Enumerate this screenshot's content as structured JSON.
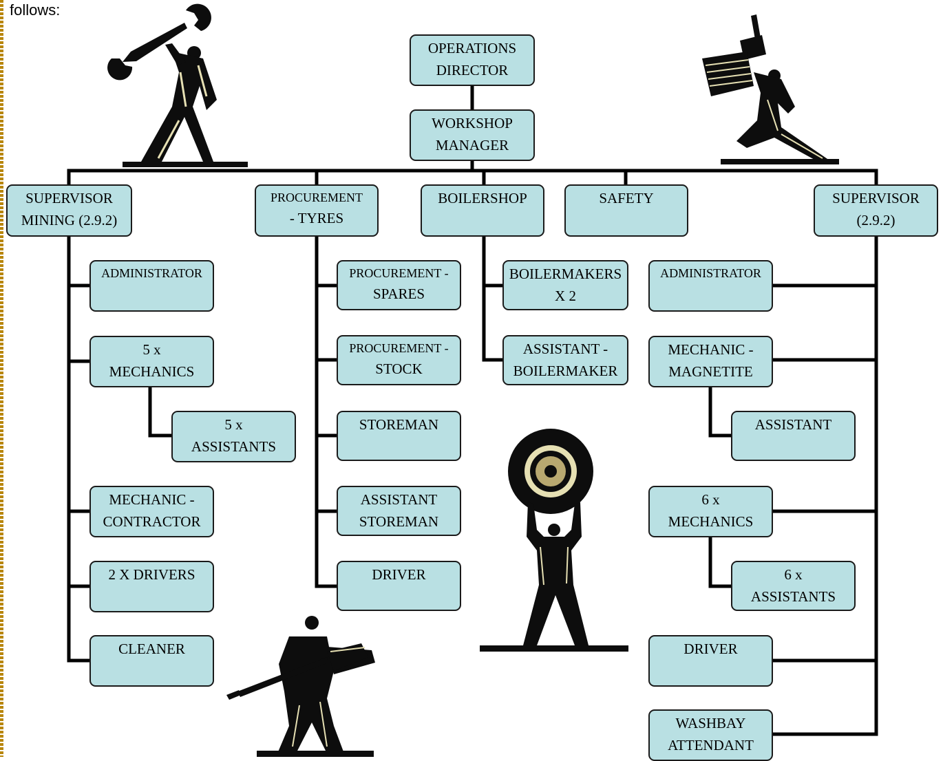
{
  "intro_text": "follows:",
  "nodes": {
    "operations_director": [
      "OPERATIONS",
      "DIRECTOR"
    ],
    "workshop_manager": [
      "WORKSHOP",
      "MANAGER"
    ],
    "supervisor_mining": [
      "SUPERVISOR",
      "MINING (2.9.2)"
    ],
    "procurement_tyres": [
      "PROCUREMENT",
      "- TYRES"
    ],
    "boilershop": [
      "BOILERSHOP"
    ],
    "safety": [
      "SAFETY"
    ],
    "supervisor_right": [
      "SUPERVISOR",
      "(2.9.2)"
    ],
    "administrator_left": [
      "ADMINISTRATOR"
    ],
    "mechanics_5": [
      "5 x",
      "MECHANICS"
    ],
    "assistants_5": [
      "5 x",
      "ASSISTANTS"
    ],
    "mechanic_contractor": [
      "MECHANIC -",
      "CONTRACTOR"
    ],
    "drivers_2": [
      "2 X DRIVERS"
    ],
    "cleaner": [
      "CLEANER"
    ],
    "procurement_spares": [
      "PROCUREMENT -",
      "SPARES"
    ],
    "procurement_stock": [
      "PROCUREMENT -",
      "STOCK"
    ],
    "storeman": [
      "STOREMAN"
    ],
    "assistant_storeman": [
      "ASSISTANT",
      "STOREMAN"
    ],
    "driver_middle": [
      "DRIVER"
    ],
    "boilermakers_2": [
      "BOILERMAKERS",
      "X 2"
    ],
    "assistant_boilermaker": [
      "ASSISTANT -",
      "BOILERMAKER"
    ],
    "administrator_right": [
      "ADMINISTRATOR"
    ],
    "mechanic_magnetite": [
      "MECHANIC -",
      "MAGNETITE"
    ],
    "assistant_right": [
      "ASSISTANT"
    ],
    "mechanics_6": [
      "6 x",
      "MECHANICS"
    ],
    "assistants_6": [
      "6 x",
      "ASSISTANTS"
    ],
    "driver_right": [
      "DRIVER"
    ],
    "washbay_attendant": [
      "WASHBAY",
      "ATTENDANT"
    ]
  },
  "colors": {
    "box_fill": "#b9e0e3",
    "line": "#000000",
    "figure": "#0d0d0d",
    "figure_highlight": "#e6e0b3",
    "border_dots": "#b8860b"
  },
  "clipart": [
    "worker-with-wrench-icon",
    "worker-with-spark-plug-icon",
    "worker-lifting-tyre-icon",
    "worker-with-screwdriver-icon"
  ]
}
